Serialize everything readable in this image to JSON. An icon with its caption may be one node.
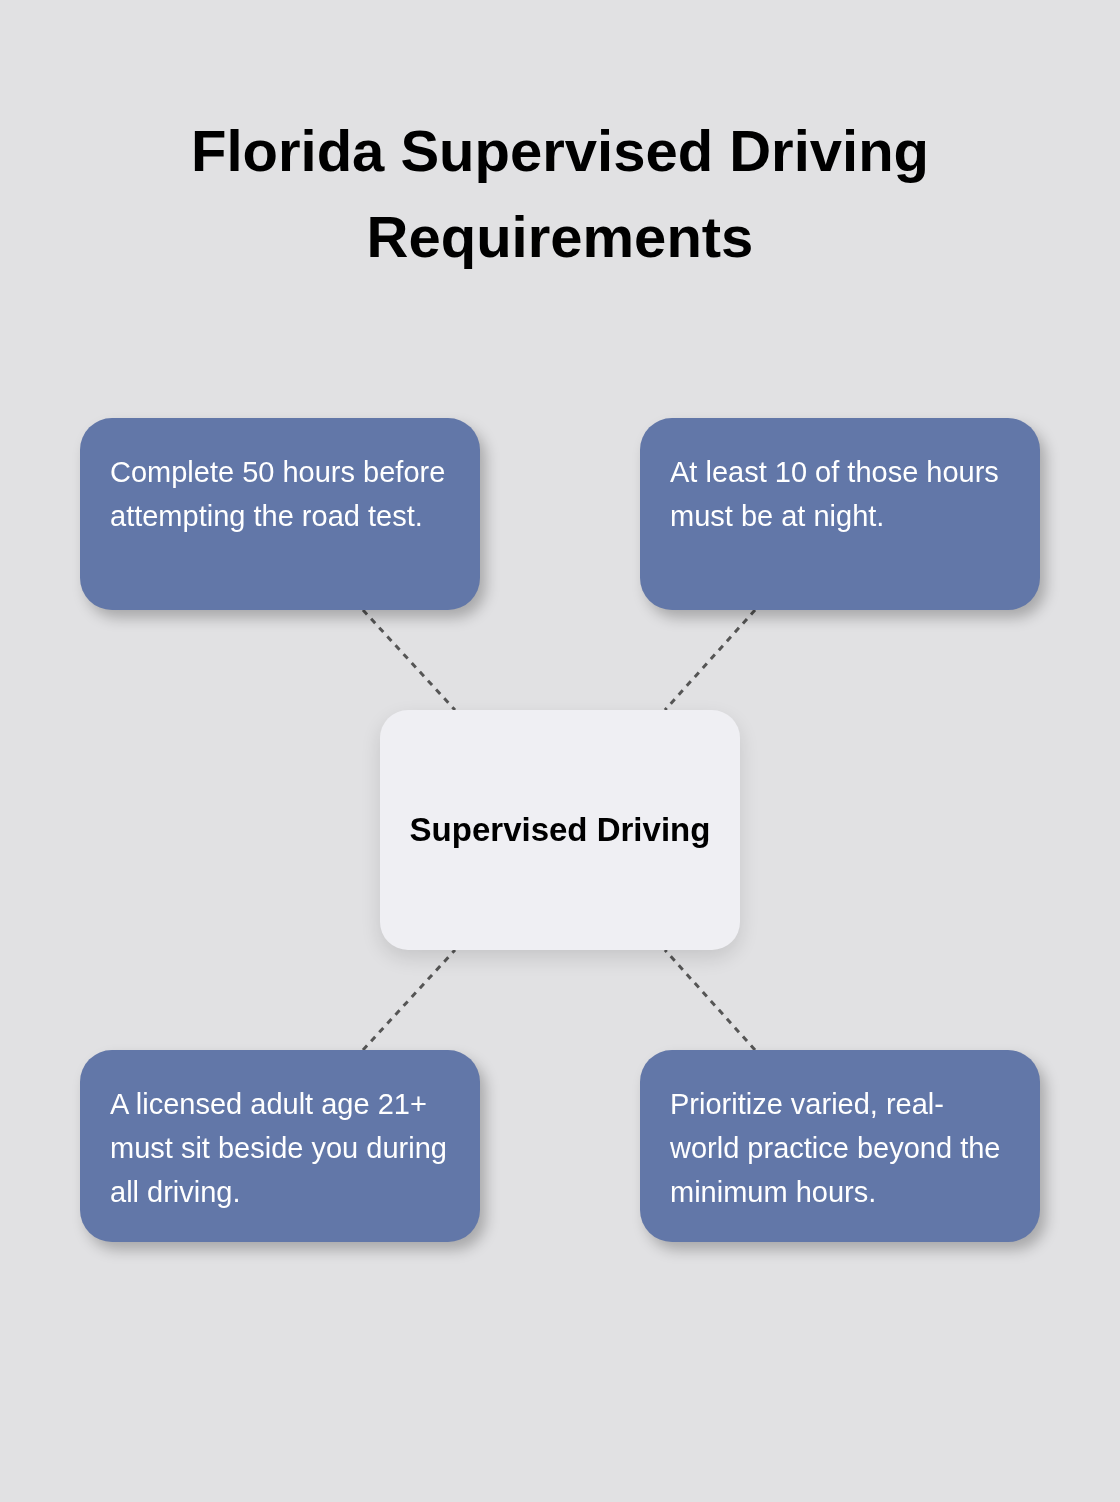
{
  "diagram": {
    "title": "Florida Supervised Driving Requirements",
    "nodes": [
      {
        "text": [
          "Complete 50 hours before attempting the road test."
        ]
      },
      {
        "text": [
          "At least 10 of those hours must be at night."
        ]
      },
      {
        "text": [
          "Supervised Driving"
        ]
      },
      {
        "text": [
          "A licensed adult age 21+ must sit beside you during all driving."
        ]
      },
      {
        "text": [
          "Prioritize varied, real-world practice beyond the minimum hours."
        ]
      }
    ],
    "edges": [
      {
        "from": 0,
        "to": 2,
        "arrow": "none",
        "style": "dashed"
      },
      {
        "from": 1,
        "to": 2,
        "arrow": "none",
        "style": "dashed"
      },
      {
        "from": 3,
        "to": 2,
        "arrow": "none",
        "style": "dashed"
      },
      {
        "from": 4,
        "to": 2,
        "arrow": "none",
        "style": "dashed"
      }
    ]
  }
}
